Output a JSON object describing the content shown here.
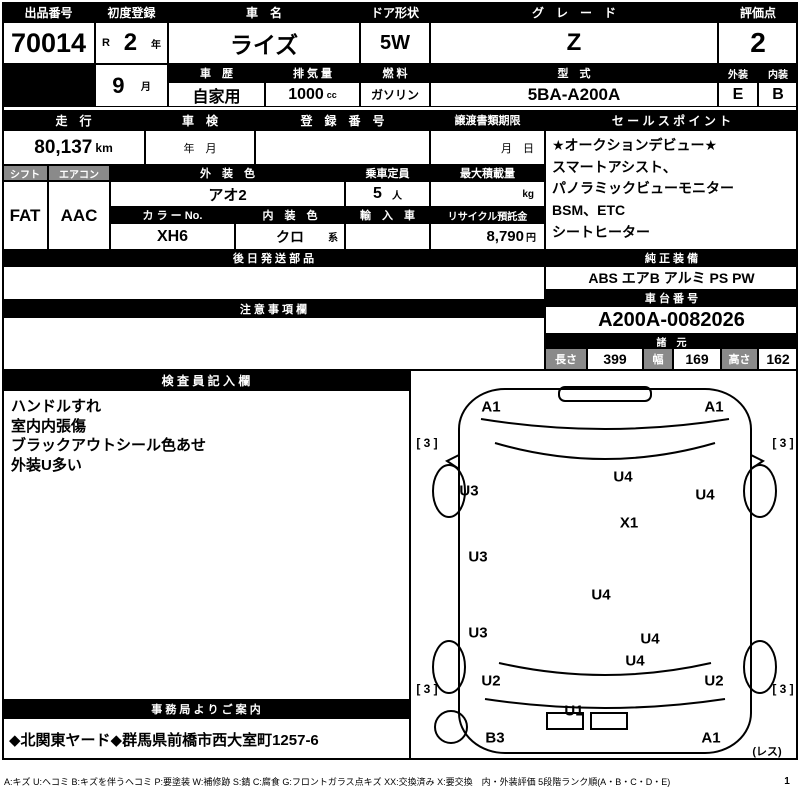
{
  "top": {
    "lot_label": "出品番号",
    "lot_value": "70014",
    "first_reg_label": "初度登録",
    "era": "R",
    "reg_year": "2",
    "year_suffix": "年",
    "reg_month": "9",
    "month_suffix": "月",
    "car_name_label": "車　名",
    "car_name": "ライズ",
    "door_label": "ドア形状",
    "door": "5W",
    "grade_label": "グ　レ　ー　ド",
    "grade": "Z",
    "score_label": "評価点",
    "score": "2",
    "history_label": "車　歴",
    "history": "自家用",
    "displacement_label": "排 気 量",
    "displacement": "1000",
    "displacement_unit": "cc",
    "fuel_label": "燃 料",
    "fuel": "ガソリン",
    "model_label": "型　式",
    "model": "5BA-A200A",
    "exterior_label": "外装",
    "interior_label": "内装",
    "exterior_grade": "E",
    "interior_grade": "B"
  },
  "reg": {
    "mileage_label": "走　行",
    "mileage": "80,137",
    "mileage_unit": "km",
    "shaken_label": "車　検",
    "shaken_value": "年　月",
    "reg_no_label": "登　録　番　号",
    "transfer_label": "譲渡書類期限",
    "transfer_value": "月　日",
    "sales_label": "セ ー ル ス ポ イ ン ト",
    "sales_lines": [
      "★オークションデビュー★",
      "スマートアシスト、",
      "パノラミックビューモニター",
      "BSM、ETC",
      "シートヒーター"
    ]
  },
  "spec": {
    "shift_label": "シフト",
    "shift": "FAT",
    "ac_label": "エアコン",
    "ac": "AAC",
    "ext_color_label": "外　装　色",
    "ext_color": "アオ2",
    "capacity_label": "乗車定員",
    "capacity": "5",
    "capacity_unit": "人",
    "max_load_label": "最大積載量",
    "max_load_unit": "kg",
    "color_no_label": "カ ラ ー No.",
    "color_no": "XH6",
    "int_color_label": "内　装　色",
    "int_color": "クロ",
    "int_color_suffix": "系",
    "import_label": "輸　入　車",
    "recycle_label": "リサイクル預託金",
    "recycle": "8,790",
    "recycle_unit": "円"
  },
  "parts": {
    "later_parts_label": "後 日 発 送 部 品",
    "equipment_label": "純 正 装 備",
    "equipment": "ABS エアB アルミ PS PW"
  },
  "notes": {
    "notes_label": "注 意 事 項 欄",
    "chassis_label": "車 台 番 号",
    "chassis": "A200A-0082026",
    "dimensions_label": "諸　元",
    "length_label": "長さ",
    "length": "399",
    "width_label": "幅",
    "width": "169",
    "height_label": "高さ",
    "height": "162"
  },
  "inspector": {
    "label": "検 査 員 記 入 欄",
    "lines": [
      "ハンドルすれ",
      "室内内張傷",
      "ブラックアウトシール色あせ",
      "外装U多い"
    ]
  },
  "office": {
    "label": "事 務 局 よ り ご 案 内",
    "text": "◆北関東ヤード◆群馬県前橋市西大室町1257-6"
  },
  "diagram": {
    "marks": [
      {
        "code": "A1"
      },
      {
        "code": "A1"
      },
      {
        "code": "[ 3 ]"
      },
      {
        "code": "[ 3 ]"
      },
      {
        "code": "U3"
      },
      {
        "code": "U4"
      },
      {
        "code": "U4"
      },
      {
        "code": "X1"
      },
      {
        "code": "U3"
      },
      {
        "code": "U4"
      },
      {
        "code": "U3"
      },
      {
        "code": "U4"
      },
      {
        "code": "U4"
      },
      {
        "code": "U2"
      },
      {
        "code": "U2"
      },
      {
        "code": "[ 3 ]"
      },
      {
        "code": "[ 3 ]"
      },
      {
        "code": "U1"
      },
      {
        "code": "B3"
      },
      {
        "code": "A1"
      },
      {
        "code": "(レス)"
      }
    ]
  },
  "legend": "A:キズ U:ヘコミ B:キズを伴うヘコミ P:要塗装 W:補修跡 S:錆 C:腐食 G:フロントガラス点キズ XX:交換済み X:要交換　内・外装評価 5段階ランク順(A・B・C・D・E)",
  "page": "1"
}
